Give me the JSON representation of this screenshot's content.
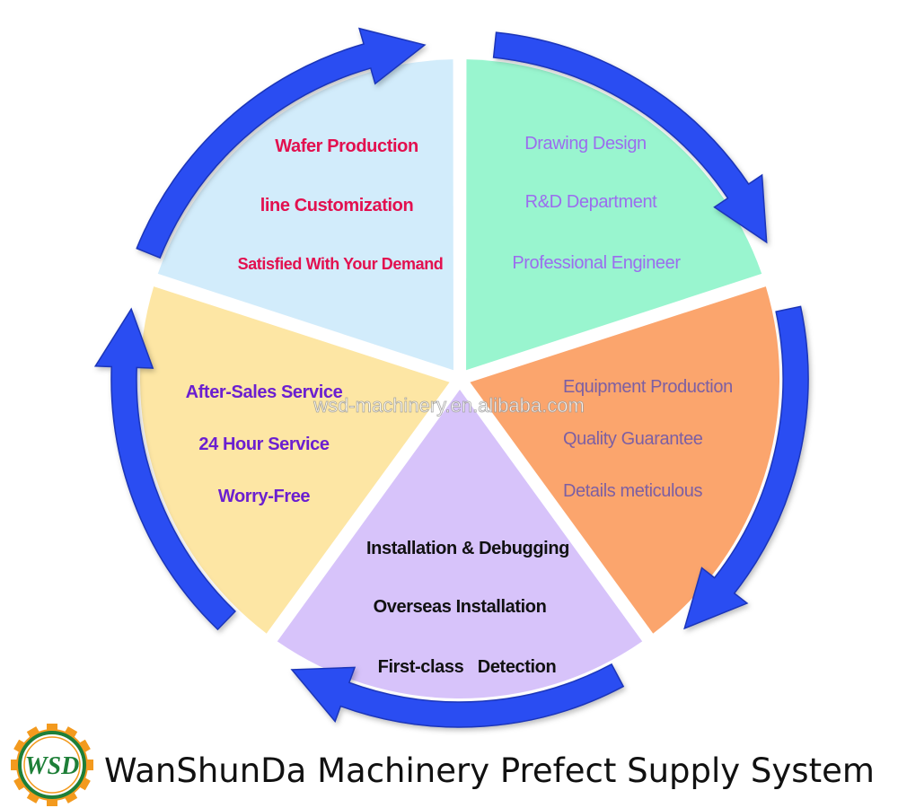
{
  "segments": [
    {
      "key": "top-left",
      "color": "#d2ecfb",
      "text_color": "#e2104f",
      "lines": [
        "Wafer Production",
        "line Customization",
        "Satisfied With Your Demand"
      ]
    },
    {
      "key": "top-right",
      "color": "#99f5cf",
      "text_color": "#9b6dee",
      "lines": [
        "Drawing Design",
        "R&D Department",
        "Professional Engineer"
      ]
    },
    {
      "key": "right",
      "color": "#fba56d",
      "text_color": "#7c5fa3",
      "lines": [
        "Equipment Production",
        "Quality Guarantee",
        "Details meticulous"
      ]
    },
    {
      "key": "bottom",
      "color": "#d7c3fa",
      "text_color": "#111111",
      "lines": [
        "Installation & Debugging",
        "Overseas Installation",
        "First-class   Detection"
      ]
    },
    {
      "key": "left",
      "color": "#fde6a4",
      "text_color": "#6b1fd0",
      "lines": [
        "After-Sales Service",
        "24 Hour Service",
        "Worry-Free"
      ]
    }
  ],
  "arrow_color": "#2b4ef2",
  "watermark": "wsd-machinery.en.alibaba.com",
  "logo": {
    "text": "WSD",
    "gear_color": "#f39a1e",
    "ring_color": "#1e7f38"
  },
  "footer": {
    "title": "WanShunDa Machinery Prefect Supply System"
  }
}
